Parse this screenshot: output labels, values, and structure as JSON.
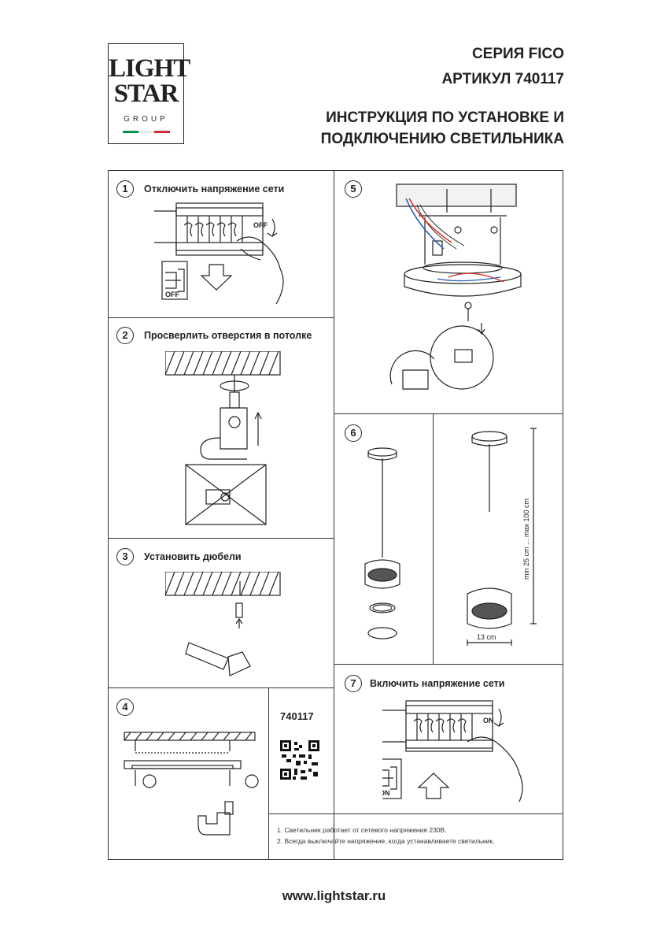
{
  "brand": {
    "word1": "LIGHT",
    "word2": "STAR",
    "word3": "GROUP",
    "flag_colors": [
      "#009246",
      "#ffffff",
      "#ce2b37"
    ]
  },
  "header": {
    "series": "СЕРИЯ FICO",
    "article": "АРТИКУЛ 740117",
    "title_line1": "ИНСТРУКЦИЯ ПО УСТАНОВКЕ И",
    "title_line2": "ПОДКЛЮЧЕНИЮ СВЕТИЛЬНИКА"
  },
  "steps": [
    {
      "number": "1",
      "label": "Отключить напряжение сети",
      "switch_text": "OFF",
      "panel_text": "OFF"
    },
    {
      "number": "2",
      "label": "Просверлить отверстия в потолке"
    },
    {
      "number": "3",
      "label": "Установить дюбели"
    },
    {
      "number": "4",
      "label": ""
    },
    {
      "number": "5",
      "label": ""
    },
    {
      "number": "6",
      "label": "",
      "dim_height": "min 25 cm ... max 100 cm",
      "dim_width": "13 cm"
    },
    {
      "number": "7",
      "label": "Включить напряжение сети",
      "switch_text": "ON",
      "panel_text": "ON"
    }
  ],
  "qr": {
    "article": "740117"
  },
  "notes": [
    "1. Светильник работает от сетевого напряжения 230В.",
    "2. Всегда выключайте напряжение, когда устанавливаете светильник."
  ],
  "footer": {
    "website": "www.lightstar.ru"
  },
  "colors": {
    "wire_red": "#d9342b",
    "wire_blue": "#2a5fb5",
    "ink": "#222222"
  }
}
